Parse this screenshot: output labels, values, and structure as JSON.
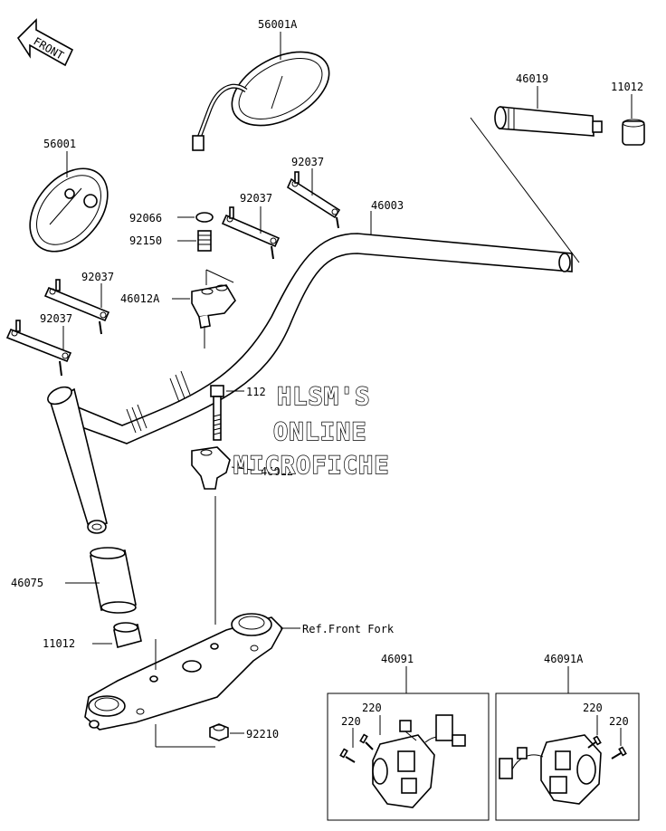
{
  "front_arrow": "FRONT",
  "parts": [
    {
      "id": "mirror_right",
      "label": "56001A"
    },
    {
      "id": "mirror_left",
      "label": "56001"
    },
    {
      "id": "grip_right",
      "label": "46019"
    },
    {
      "id": "end_cap_right",
      "label": "11012"
    },
    {
      "id": "plate_top",
      "label": "92037"
    },
    {
      "id": "plate_mid",
      "label": "92037"
    },
    {
      "id": "plate_left_top",
      "label": "92037"
    },
    {
      "id": "plate_left_bottom",
      "label": "92037"
    },
    {
      "id": "washer",
      "label": "92066"
    },
    {
      "id": "collar",
      "label": "92150"
    },
    {
      "id": "handlebar",
      "label": "46003"
    },
    {
      "id": "holder_upper",
      "label": "46012A"
    },
    {
      "id": "bolt",
      "label": "112"
    },
    {
      "id": "holder_lower",
      "label": "46012"
    },
    {
      "id": "grip_left",
      "label": "46075"
    },
    {
      "id": "end_cap_left",
      "label": "11012"
    },
    {
      "id": "fork_ref",
      "label": "Ref.Front Fork"
    },
    {
      "id": "nut",
      "label": "92210"
    },
    {
      "id": "switch_right",
      "label": "46091"
    },
    {
      "id": "switch_left",
      "label": "46091A"
    },
    {
      "id": "screw_a1",
      "label": "220"
    },
    {
      "id": "screw_a2",
      "label": "220"
    },
    {
      "id": "screw_b1",
      "label": "220"
    },
    {
      "id": "screw_b2",
      "label": "220"
    }
  ],
  "watermark": [
    "HLSM'S",
    "ONLINE",
    "MICROFICHE"
  ]
}
